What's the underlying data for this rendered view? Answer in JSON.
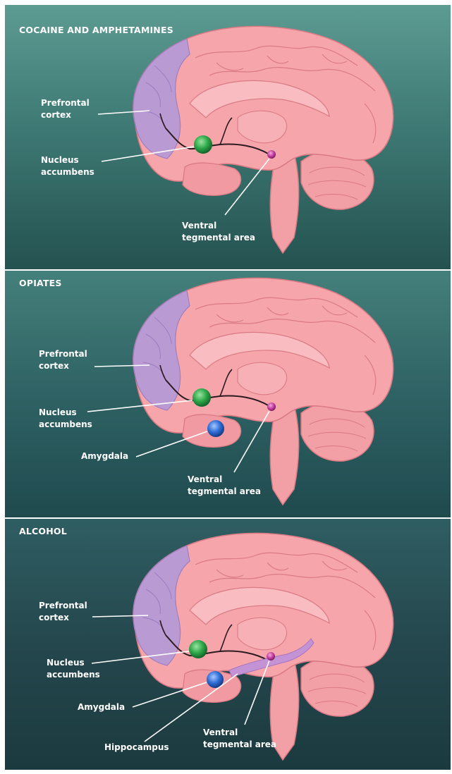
{
  "panels": [
    {
      "title": "COCAINE AND AMPHETAMINES",
      "labels": {
        "prefrontal": "Prefrontal\ncortex",
        "nucleus": "Nucleus\naccumbens",
        "vta": "Ventral\ntegmental area"
      }
    },
    {
      "title": "OPIATES",
      "labels": {
        "prefrontal": "Prefrontal\ncortex",
        "nucleus": "Nucleus\naccumbens",
        "amygdala": "Amygdala",
        "vta": "Ventral\ntegmental area"
      }
    },
    {
      "title": "ALCOHOL",
      "labels": {
        "prefrontal": "Prefrontal\ncortex",
        "nucleus": "Nucleus\naccumbens",
        "amygdala": "Amygdala",
        "hippocampus": "Hippocampus",
        "vta": "Ventral\ntegmental area"
      }
    }
  ],
  "colors": {
    "brain": "#f4a3a8",
    "brain_outline": "#d97a84",
    "prefrontal": "#b79ad6",
    "nucleus_accumbens": "#2ea84a",
    "amygdala": "#2f6fd6",
    "ventral_tegmental_area": "#c23c9c",
    "hippocampus": "#c493d6"
  }
}
